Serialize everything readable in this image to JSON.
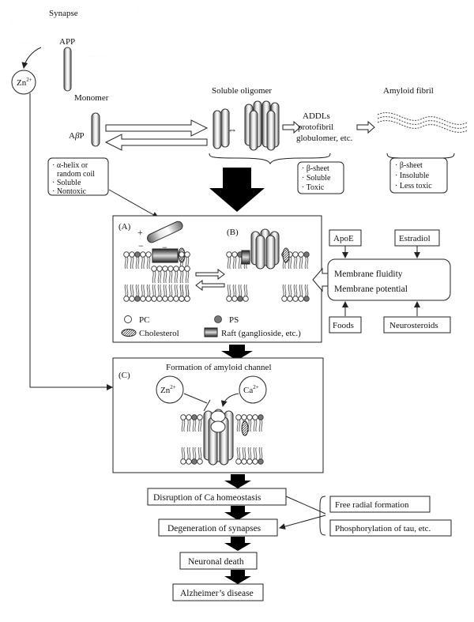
{
  "labels": {
    "synapse": "Synapse",
    "app": "APP",
    "zn": "Zn",
    "zn_sup": "2+",
    "monomer": "Monomer",
    "abp_pre": "A",
    "abp_beta": "β",
    "abp_post": "P",
    "soluble_oligomer": "Soluble oligomer",
    "amyloid_fibril": "Amyloid fibril",
    "addls": [
      "ADDLs",
      "protofibril",
      "globulomer, etc."
    ]
  },
  "monomer_props": [
    "· α-helix or",
    "random coil",
    "· Soluble",
    "· Nontoxic"
  ],
  "oligomer_props": [
    "· β-sheet",
    "· Soluble",
    "· Toxic"
  ],
  "fibril_props": [
    "· β-sheet",
    "· Insoluble",
    "· Less toxic"
  ],
  "membrane": {
    "panel_a": "(A)",
    "panel_b": "(B)",
    "plus": "+",
    "minus1": "−",
    "minus2": "−",
    "legend": {
      "pc": "PC",
      "ps": "PS",
      "cholesterol": "Cholesterol",
      "raft": "Raft (ganglioside, etc.)"
    }
  },
  "factors": {
    "apoe": "ApoE",
    "estradiol": "Estradiol",
    "fluidity": "Membrane fluidity",
    "potential": "Membrane potential",
    "foods": "Foods",
    "neurosteroids": "Neurosteroids"
  },
  "channel": {
    "panel_c": "(C)",
    "title": "Formation of amyloid channel",
    "zn": "Zn",
    "zn_sup": "2+",
    "ca": "Ca",
    "ca_sup": "2+"
  },
  "cascade": {
    "disruption": "Disruption of Ca homeostasis",
    "degeneration": "Degeneration of synapses",
    "neuronal_death": "Neuronal death",
    "alzheimers": "Alzheimer’s disease",
    "free_radical": "Free radial formation",
    "phosphorylation": "Phosphorylation of tau, etc."
  }
}
